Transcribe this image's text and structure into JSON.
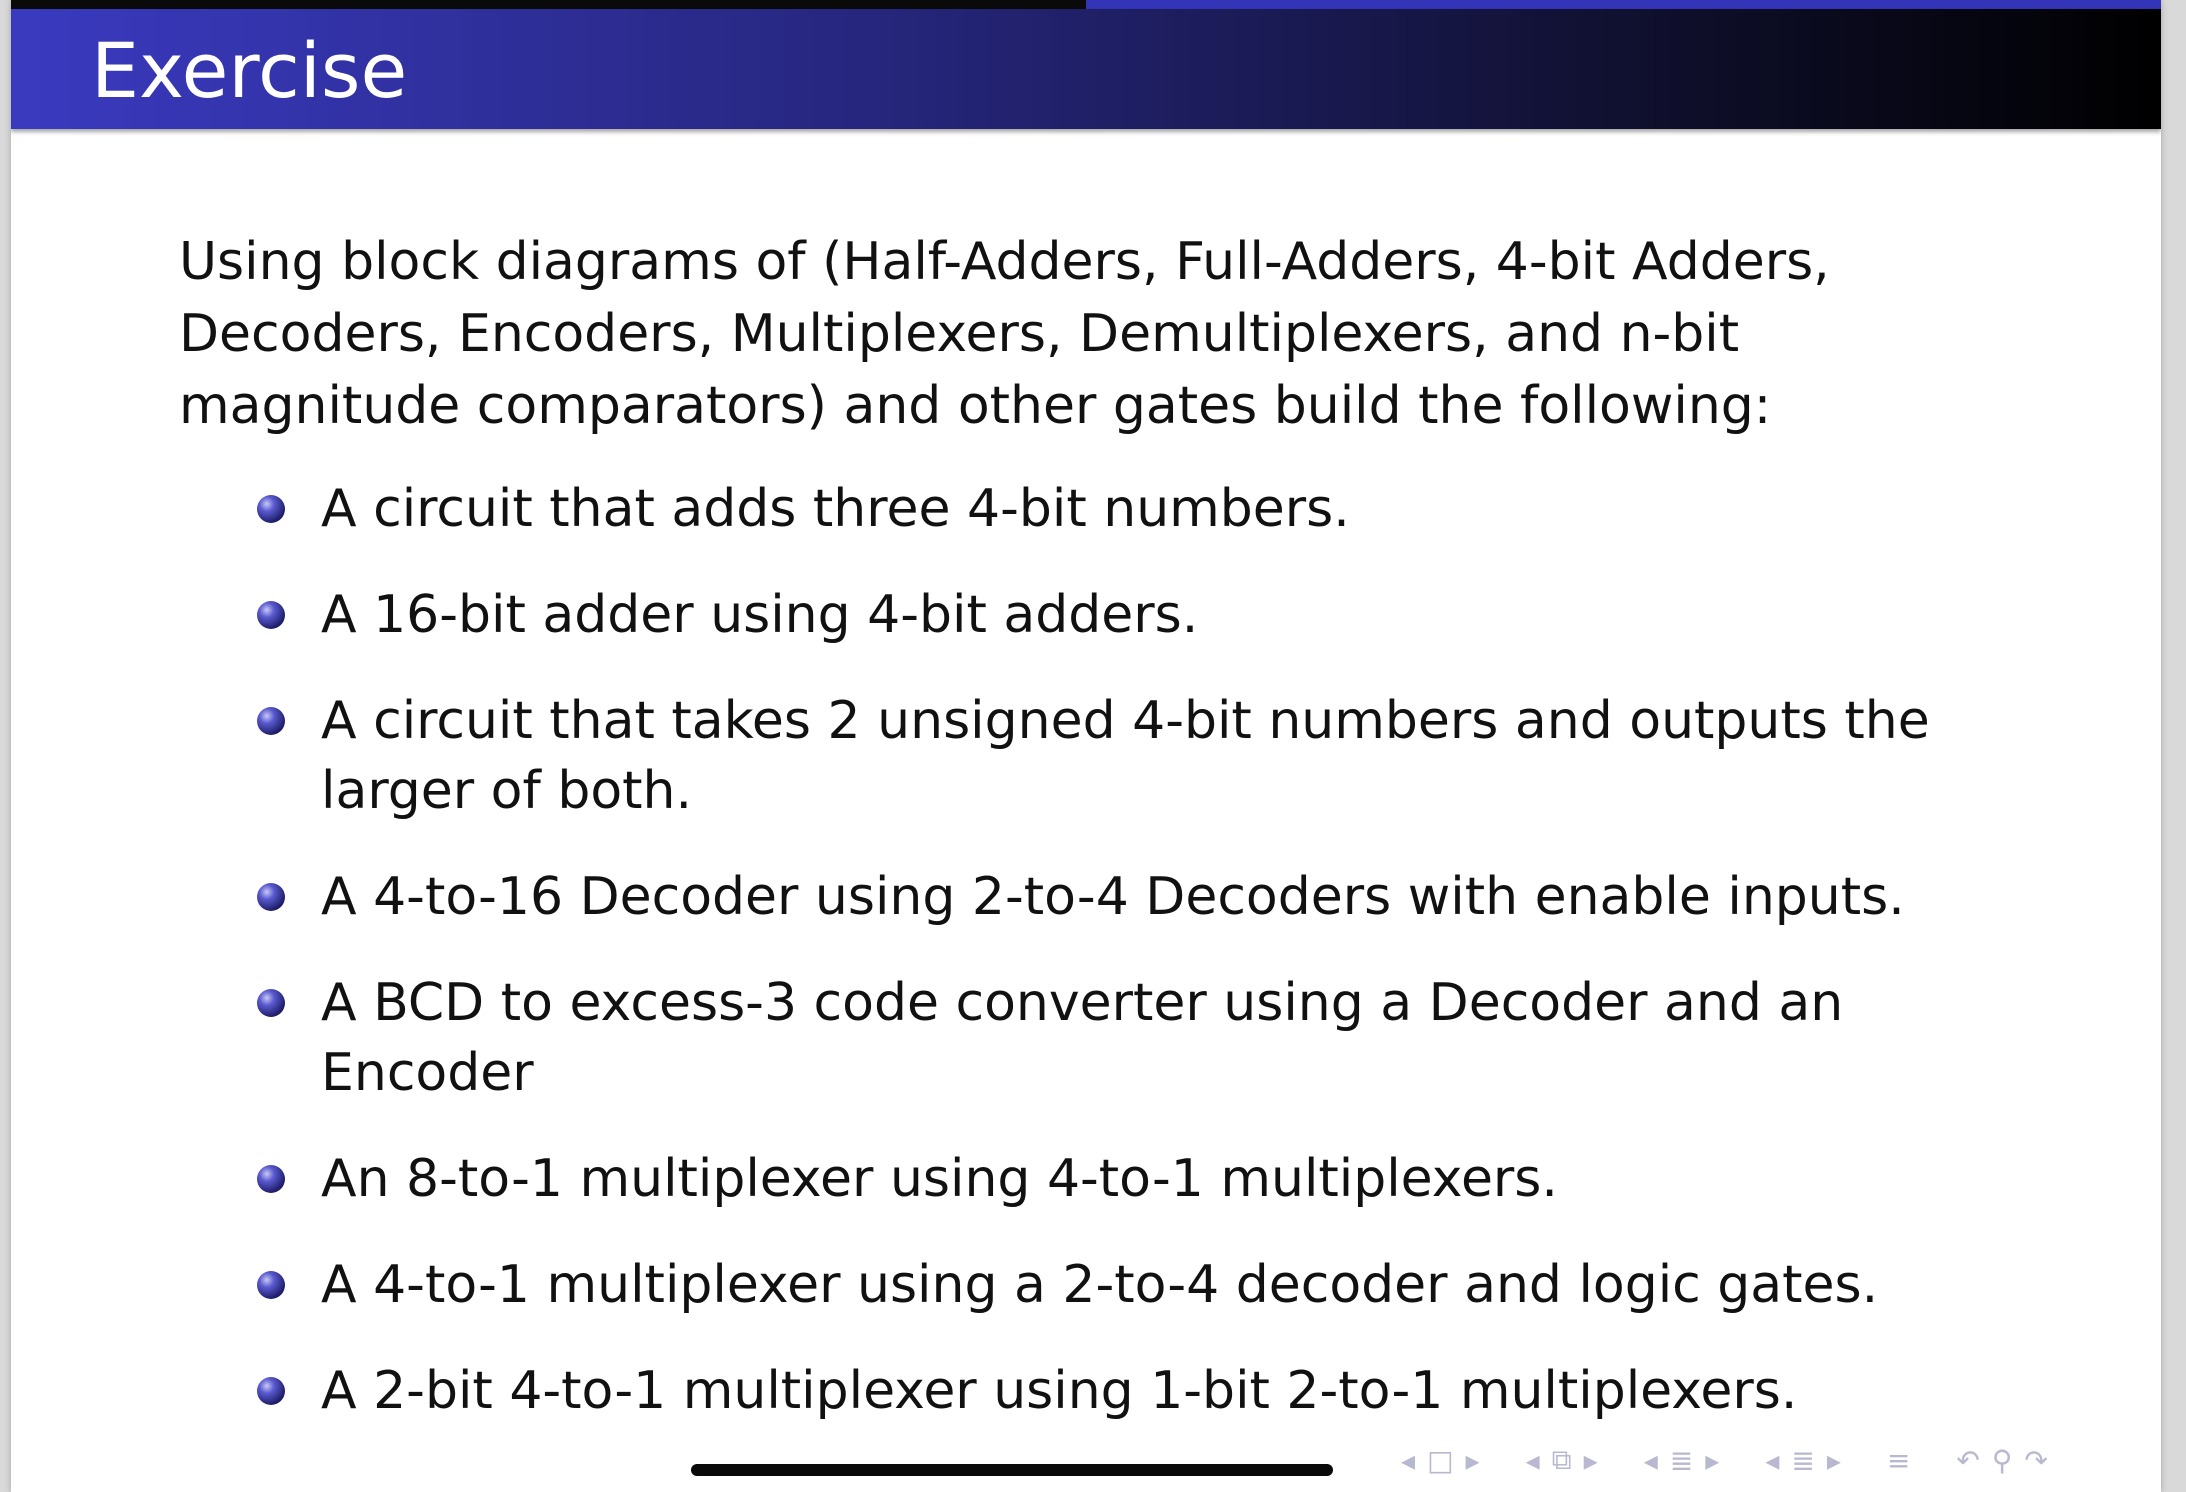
{
  "slide": {
    "title": "Exercise",
    "progress": 0.5,
    "intro": "Using block diagrams of (Half-Adders, Full-Adders, 4-bit Adders, Decoders, Encoders, Multiplexers, Demultiplexers, and n-bit magnitude comparators) and other gates build the following:",
    "tasks": [
      "A circuit that adds three 4-bit numbers.",
      "A 16-bit adder using 4-bit adders.",
      "A circuit that takes 2 unsigned 4-bit numbers and outputs the larger of both.",
      "A 4-to-16 Decoder using 2-to-4 Decoders with enable inputs.",
      "A BCD to excess-3 code converter using a Decoder and an Encoder",
      "An 8-to-1 multiplexer using 4-to-1 multiplexers.",
      "A 4-to-1 multiplexer using a 2-to-4 decoder and logic gates.",
      "A 2-bit 4-to-1 multiplexer using 1-bit 2-to-1 multiplexers."
    ]
  },
  "colors": {
    "title_bar_start": "#3a3ac0",
    "title_bar_end": "#000000",
    "bullet": "#2a2a90",
    "nav_icons": "#b8b8d0"
  },
  "nav": {
    "icons": [
      "nav-first-icon",
      "frame-icon",
      "nav-next-icon",
      "section-prev-icon",
      "section-icon",
      "section-next-icon",
      "subsection-prev-icon",
      "subsection-icon",
      "subsection-next-icon",
      "align-icon",
      "back-icon",
      "search-icon",
      "forward-icon"
    ]
  }
}
